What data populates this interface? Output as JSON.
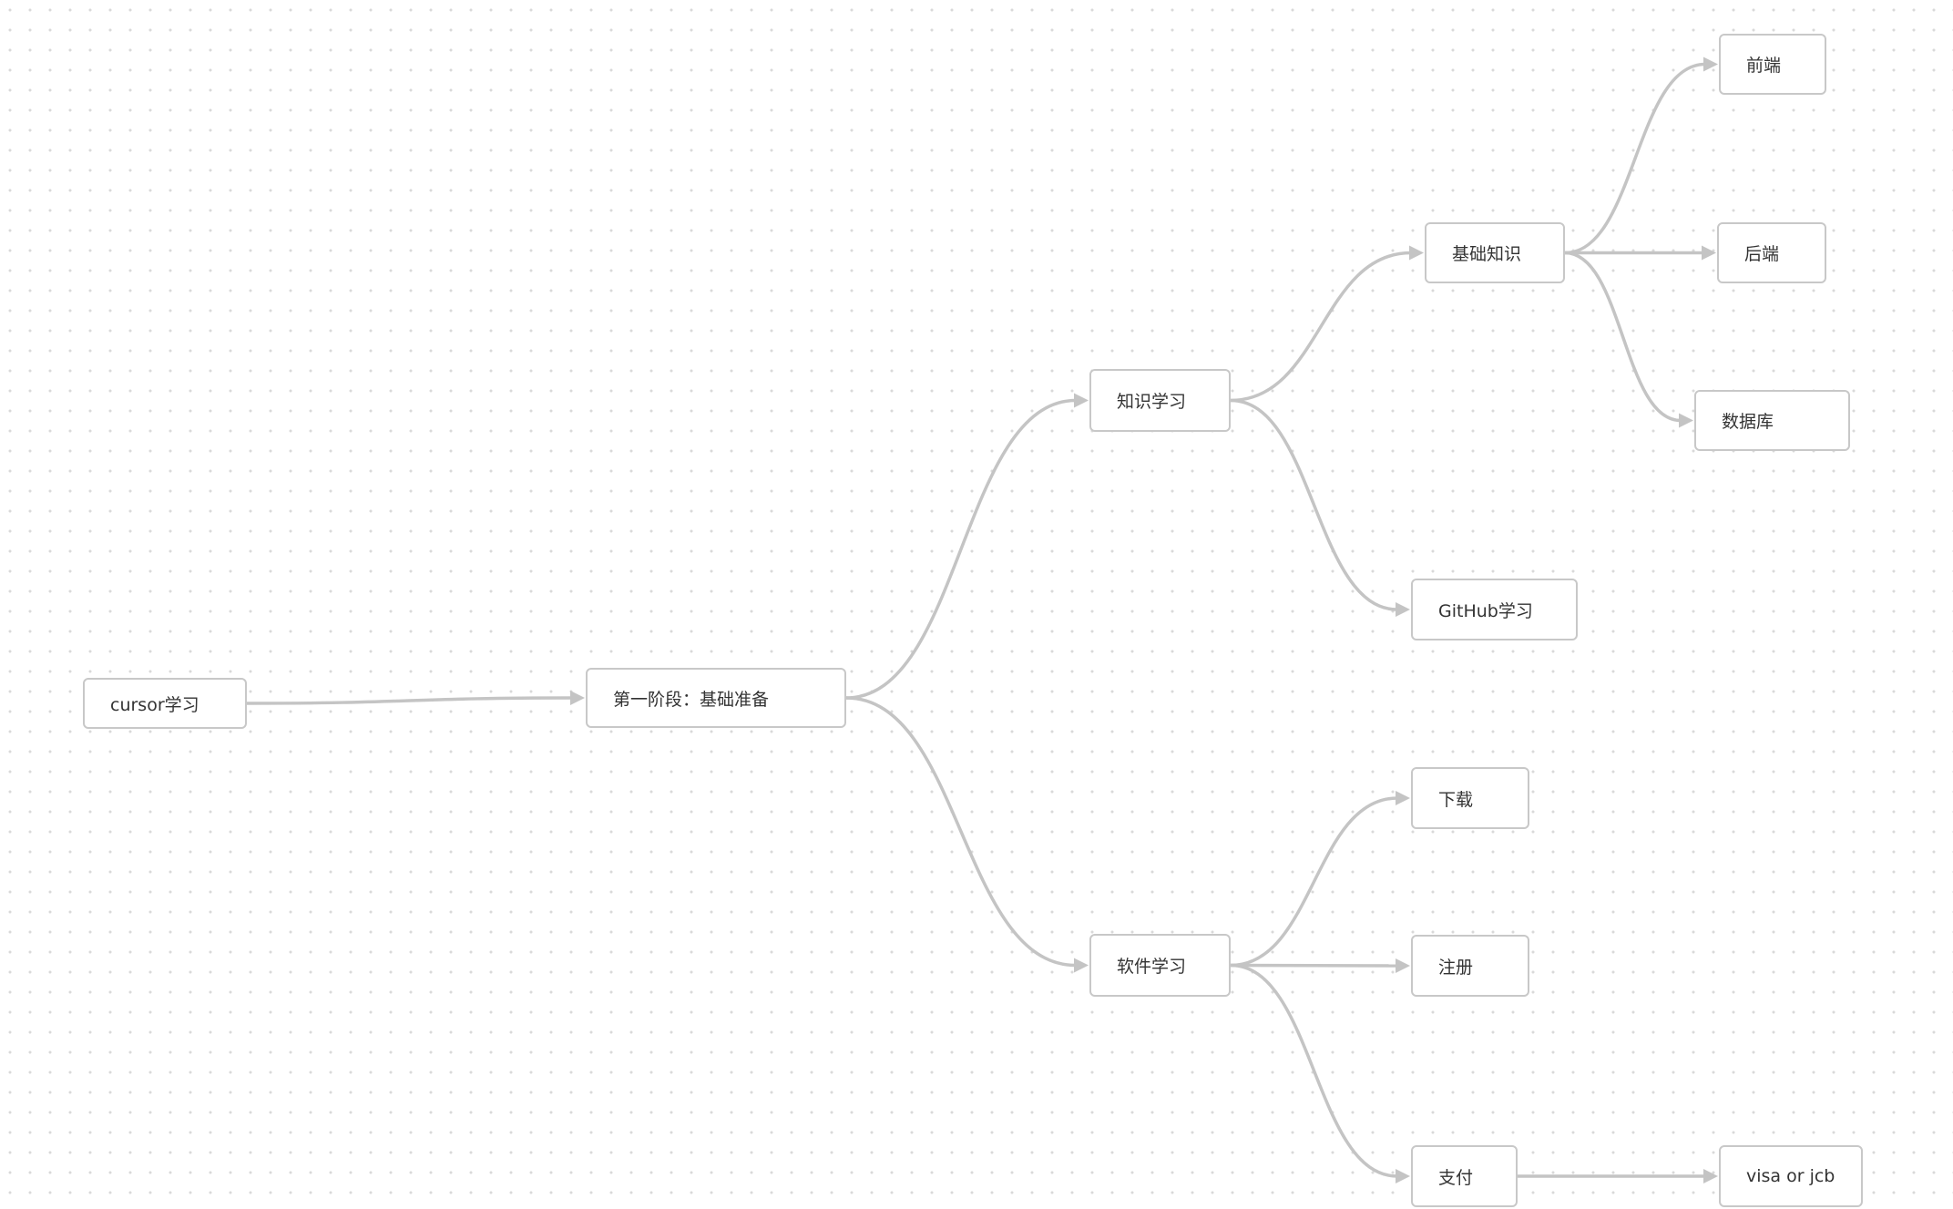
{
  "colors": {
    "edge": "#c4c4c4",
    "node_border": "#c8c8c8",
    "text": "#333333",
    "background": "#ffffff",
    "grid_dot": "#d9d9d9"
  },
  "nodes": [
    {
      "id": "root",
      "text": "cursor学习"
    },
    {
      "id": "stage1",
      "text": "第一阶段：基础准备"
    },
    {
      "id": "knowledge",
      "text": "知识学习"
    },
    {
      "id": "software",
      "text": "软件学习"
    },
    {
      "id": "basics",
      "text": "基础知识"
    },
    {
      "id": "github",
      "text": "GitHub学习"
    },
    {
      "id": "frontend",
      "text": "前端"
    },
    {
      "id": "backend",
      "text": "后端"
    },
    {
      "id": "database",
      "text": "数据库"
    },
    {
      "id": "download",
      "text": "下载"
    },
    {
      "id": "register",
      "text": "注册"
    },
    {
      "id": "payment",
      "text": "支付"
    },
    {
      "id": "visa",
      "text": "visa or jcb"
    }
  ],
  "edges": [
    {
      "from": "root",
      "to": "stage1"
    },
    {
      "from": "stage1",
      "to": "knowledge"
    },
    {
      "from": "stage1",
      "to": "software"
    },
    {
      "from": "knowledge",
      "to": "basics"
    },
    {
      "from": "knowledge",
      "to": "github"
    },
    {
      "from": "basics",
      "to": "frontend"
    },
    {
      "from": "basics",
      "to": "backend"
    },
    {
      "from": "basics",
      "to": "database"
    },
    {
      "from": "software",
      "to": "download"
    },
    {
      "from": "software",
      "to": "register"
    },
    {
      "from": "software",
      "to": "payment"
    },
    {
      "from": "payment",
      "to": "visa"
    }
  ]
}
